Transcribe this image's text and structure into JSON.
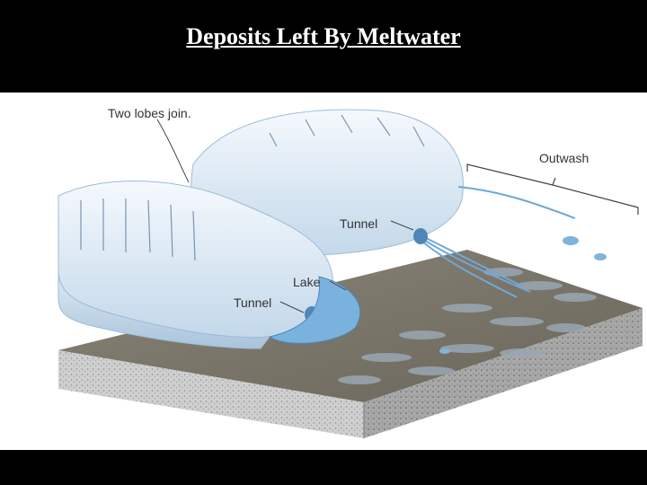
{
  "slide": {
    "title": "Deposits Left By Meltwater"
  },
  "diagram": {
    "labels": {
      "two_lobes": "Two lobes join.",
      "outwash": "Outwash",
      "tunnel_upper": "Tunnel",
      "lake": "Lake",
      "tunnel_lower": "Tunnel"
    },
    "colors": {
      "background": "#000000",
      "panel": "#ffffff",
      "ice_light": "#eef5fb",
      "ice_shadow": "#b8d0e6",
      "meltwater": "#6fa8d6",
      "outwash_ground": "#7d786c",
      "bedrock": "#c7c7c7"
    }
  }
}
